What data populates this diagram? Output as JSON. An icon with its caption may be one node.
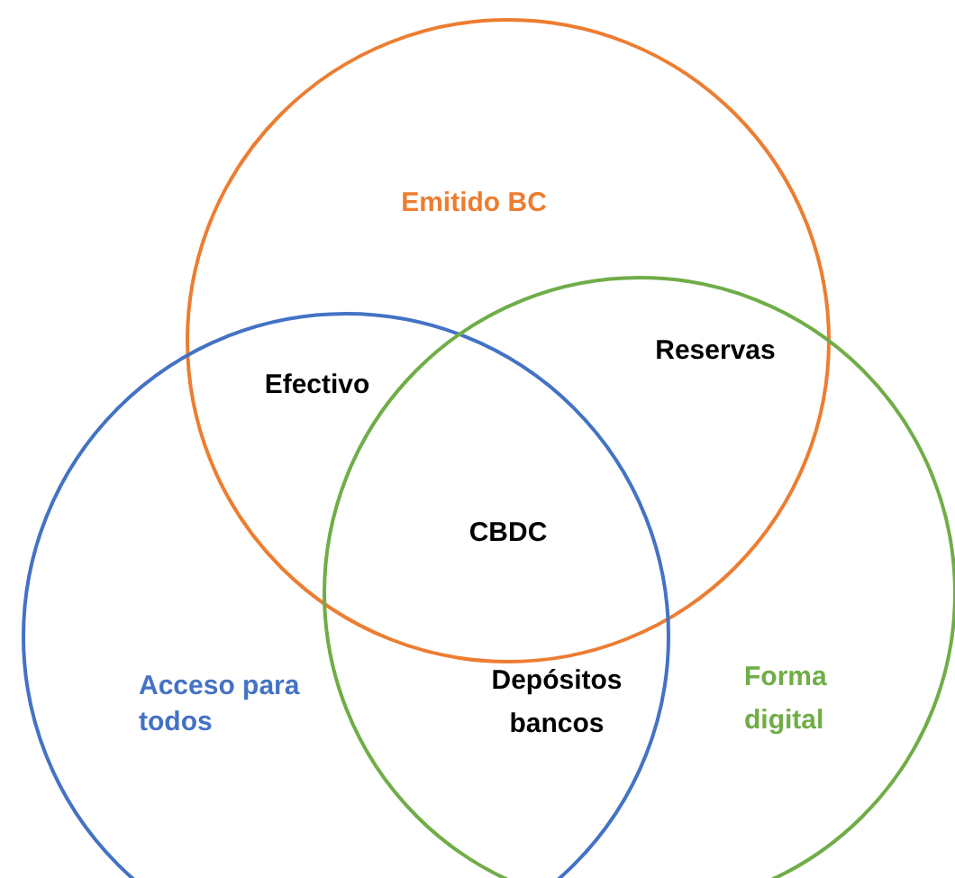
{
  "diagram": {
    "nodes": [
      {
        "text": [
          "Emitido BC"
        ]
      },
      {
        "text": [
          "Acceso para todos"
        ]
      },
      {
        "text": [
          "Forma digital"
        ]
      }
    ],
    "labels": [
      "Efectivo",
      "Reservas",
      "CBDC",
      "Depósitos bancos"
    ]
  }
}
